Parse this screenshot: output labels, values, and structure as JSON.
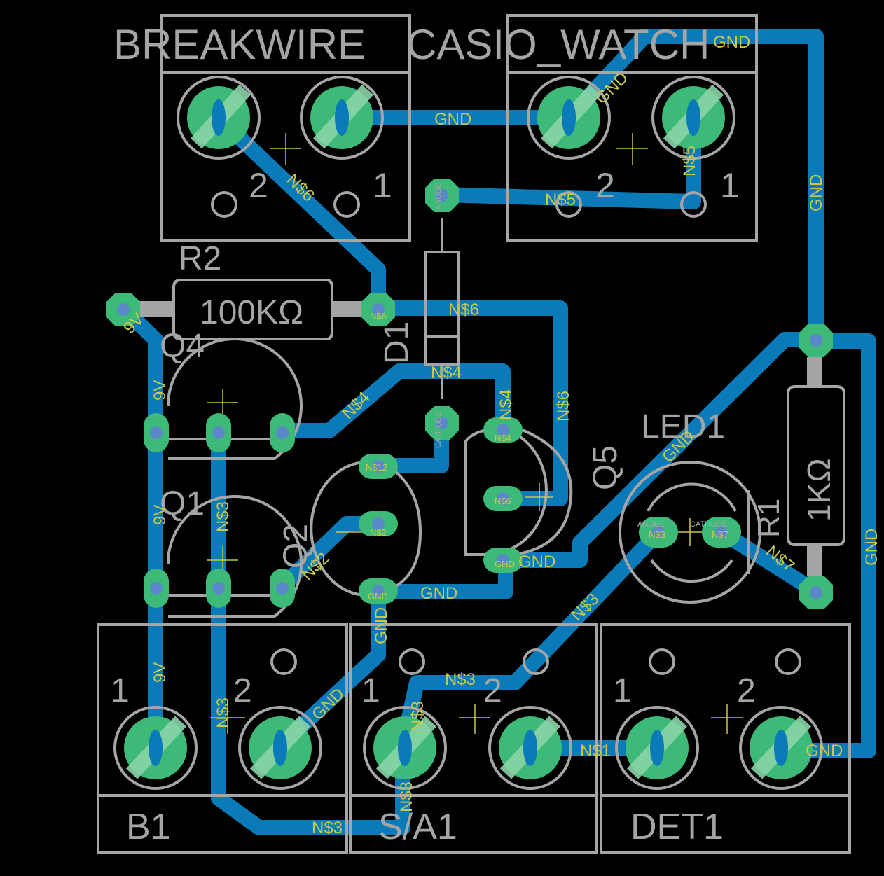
{
  "colors": {
    "background": "#000000",
    "trace": "#0a7ab8",
    "pad": "#3dba78",
    "silkscreen": "#a5a5a5",
    "net_label": "#c8c84a",
    "drill": "#5a88c8"
  },
  "components": {
    "breakwire": {
      "name": "BREAKWIRE",
      "pin2": "2",
      "pin1": "1"
    },
    "casio_watch": {
      "name": "CASIO_WATCH",
      "pin2": "2",
      "pin1": "1"
    },
    "r2": {
      "name": "R2",
      "value": "100KΩ"
    },
    "r1": {
      "name": "R1",
      "value": "1KΩ"
    },
    "d1": {
      "name": "D1",
      "anode": "ANODE",
      "cathode": "CATHODE"
    },
    "q4": {
      "name": "Q4"
    },
    "q1": {
      "name": "Q1"
    },
    "q2": {
      "name": "Q2"
    },
    "q5": {
      "name": "Q5"
    },
    "led1": {
      "name": "LED1",
      "anode": "ANODE",
      "cathode": "CATHODE"
    },
    "b1": {
      "name": "B1",
      "pin1": "1",
      "pin2": "2"
    },
    "sa1": {
      "name": "S/A1",
      "pin1": "1",
      "pin2": "2"
    },
    "det1": {
      "name": "DET1",
      "pin1": "1",
      "pin2": "2"
    }
  },
  "nets": {
    "gnd": "GND",
    "nine_v": "9V",
    "n1": "N$1",
    "n2": "N$2",
    "n3": "N$3",
    "n4": "N$4",
    "n5": "N$5",
    "n6": "N$6",
    "n7": "N$7",
    "n12": "N$12"
  }
}
